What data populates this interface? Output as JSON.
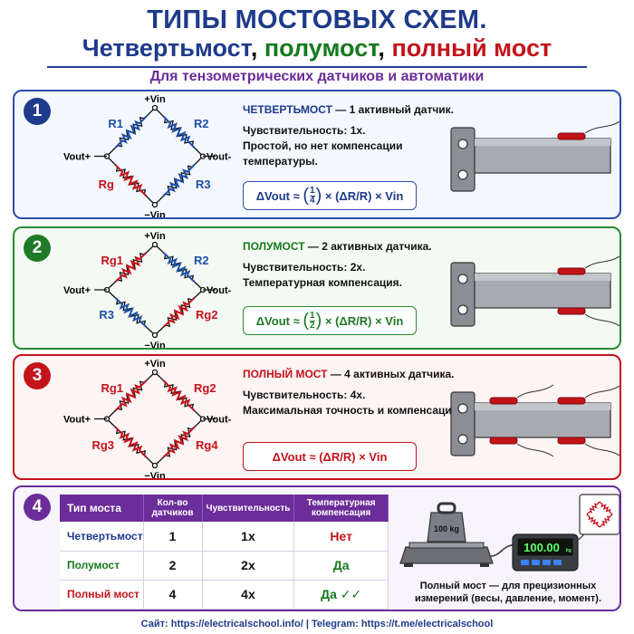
{
  "title": {
    "line1": "ТИПЫ МОСТОВЫХ СХЕМ.",
    "line2_part1": "Четвертьмост",
    "line2_sep1": ", ",
    "line2_part2": "полумост",
    "line2_sep2": ", ",
    "line2_part3": "полный мост",
    "subtitle": "Для тензометрических датчиков и автоматики"
  },
  "bridge_labels": {
    "vin_plus": "+Vin",
    "vin_minus": "−Vin",
    "vout_plus": "Vout+",
    "vout_minus": "Vout-"
  },
  "panels": [
    {
      "number": "1",
      "resistors": {
        "top_left": "R1",
        "top_right": "R2",
        "bottom_left": "Rg",
        "bottom_right": "R3"
      },
      "heading_name": "ЧЕТВЕРТЬМОСТ",
      "heading_rest": " — 1 активный датчик.",
      "sensitivity": "Чувствительность: 1x.",
      "note": "Простой, но нет компенсации температуры.",
      "formula": {
        "lhs": "ΔVout ≈",
        "num": "1",
        "den": "4",
        "rhs": "× (ΔR/R) × Vin"
      },
      "gauges": 1
    },
    {
      "number": "2",
      "resistors": {
        "top_left": "Rg1",
        "top_right": "R2",
        "bottom_left": "R3",
        "bottom_right": "Rg2"
      },
      "heading_name": "ПОЛУМОСТ",
      "heading_rest": " — 2 активных датчика.",
      "sensitivity": "Чувствительность: 2x.",
      "note": "Температурная компенсация.",
      "formula": {
        "lhs": "ΔVout ≈",
        "num": "1",
        "den": "2",
        "rhs": "× (ΔR/R) × Vin"
      },
      "gauges": 2
    },
    {
      "number": "3",
      "resistors": {
        "top_left": "Rg1",
        "top_right": "Rg2",
        "bottom_left": "Rg3",
        "bottom_right": "Rg4"
      },
      "heading_name": "ПОЛНЫЙ МОСТ",
      "heading_rest": " — 4 активных датчика.",
      "sensitivity": "Чувствительность: 4x.",
      "note": "Максимальная точность и компенсация.",
      "formula": {
        "lhs": "ΔVout ≈",
        "rhs": "(ΔR/R) × Vin"
      },
      "gauges": 4
    }
  ],
  "table": {
    "number": "4",
    "headers": [
      "Тип моста",
      "Кол-во датчиков",
      "Чувствительность",
      "Температурная компенсация"
    ],
    "rows": [
      {
        "type": "Четвертьмост",
        "count": "1",
        "sensitivity": "1x",
        "compensation": "Нет"
      },
      {
        "type": "Полумост",
        "count": "2",
        "sensitivity": "2x",
        "compensation": "Да"
      },
      {
        "type": "Полный мост",
        "count": "4",
        "sensitivity": "4x",
        "compensation": "Да ✓✓"
      }
    ]
  },
  "scale": {
    "weight_label": "100 kg",
    "display_value": "100.00",
    "display_unit": "kg",
    "caption": "Полный мост — для прецизионных измерений (весы, давление, момент)."
  },
  "footer": "Сайт: https://electricalschool.info/   |   Telegram: https://t.me/electricalschool",
  "colors": {
    "blue": "#1e3a8a",
    "green": "#1f7a28",
    "red": "#c4131b",
    "purple": "#6b2d99",
    "active_gauge": "#c4131b",
    "fixed_resistor": "#1e4fa8"
  }
}
